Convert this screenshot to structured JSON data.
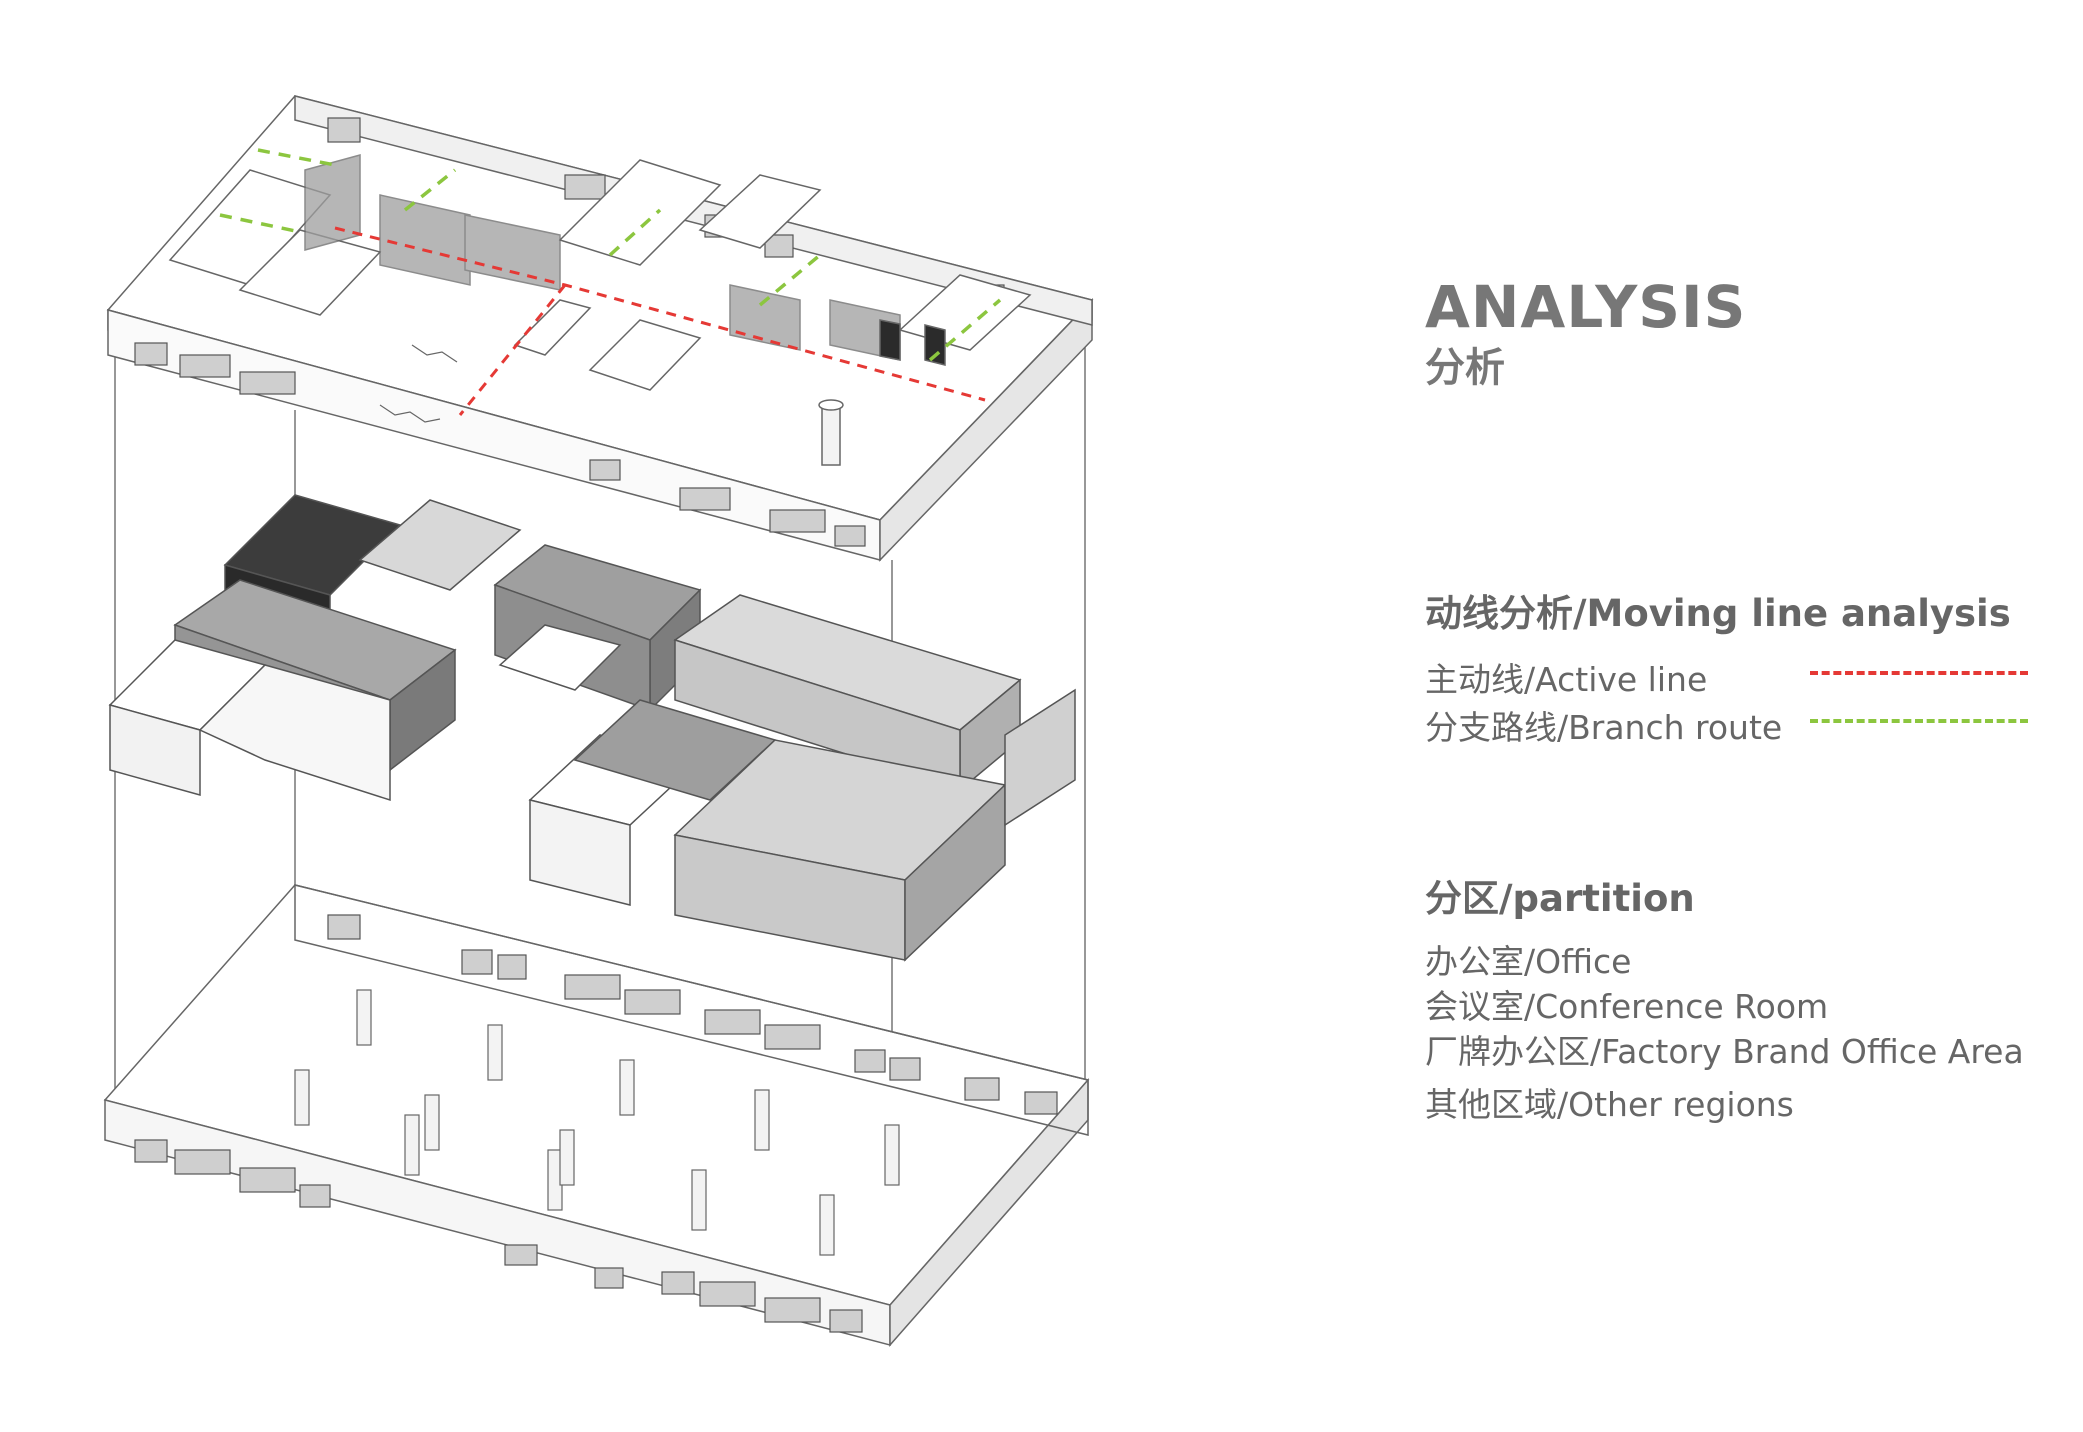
{
  "legend": {
    "title": "ANALYSIS",
    "subtitle": "分析",
    "moving_heading": "动线分析/Moving line analysis",
    "active_line": "主动线/Active line",
    "branch_route": "分支路线/Branch route",
    "partition_heading": "分区/partition",
    "zones": [
      "办公室/Office",
      "会议室/Conference Room",
      "厂牌办公区/Factory Brand Office Area",
      "其他区域/Other regions"
    ]
  },
  "colors": {
    "active_line": "#e53935",
    "branch_route": "#8cc63f",
    "office": "#5a5a5a",
    "conference": "#9a9a9a",
    "brand_office": "#bdbdbd",
    "other": "#f2f2f2"
  }
}
